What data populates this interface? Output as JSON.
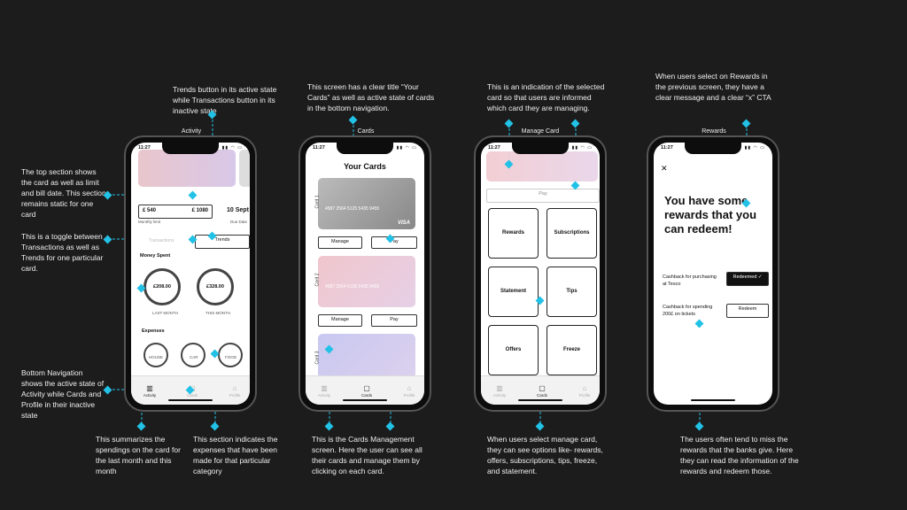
{
  "screen_titles": {
    "activity": "Activity",
    "cards": "Cards",
    "manage": "Manage Card",
    "rewards": "Rewards"
  },
  "annotations": {
    "trends_button": "Trends button in its active state while Transactions button in its inactive state",
    "top_section": "The top section shows the card as well as limit and bill date. This section remains static for one card",
    "toggle": "This is a toggle between Transactions as well as Trends for one particular card.",
    "bottom_nav": "Bottom Navigation shows the active state of Activity while Cards and Profile in their inactive state",
    "summarizes": "This summarizes the spendings on the card for the last month and this month",
    "expenses": "This section indicates the expenses that have been made for that particular category",
    "your_cards": "This screen has a clear title “Your Cards” as well as active state of cards in the bottom navigation.",
    "cards_mgmt": "This is the Cards Management screen. Here the user can see all their cards and manage them by clicking on each card.",
    "selected_card": "This is an indication of the selected card so that users are informed which card they are managing.",
    "manage_options": "When users select manage card, they can see options like- rewards, offers, subscriptions, tips, freeze, and statement.",
    "rewards_msg": "When users select on Rewards in the previous screen, they have a clear message and a clear “x” CTA",
    "rewards_miss": "The users often tend to miss the rewards that the banks give. Here they can read the information of the rewards and redeem those."
  },
  "status_time": "11:27",
  "activity": {
    "limit": "£ 540",
    "bill": "£ 1080",
    "date": "10 Sept",
    "monthly_limit": "Monthly limit",
    "due_date": "Due Date",
    "transactions": "Transactions",
    "trends": "Trends",
    "money_spent": "Money Spent",
    "last_month_val": "£208.00",
    "this_month_val": "£328.00",
    "last_month": "LAST MONTH",
    "this_month": "THIS MONTH",
    "expenses": "Expenses",
    "house": "HOUSE",
    "car": "CAR",
    "food": "FOOD"
  },
  "cards_screen": {
    "title": "Your Cards",
    "card1": "Card 1",
    "card2": "Card 2",
    "card3": "Card 3",
    "number": "4587  2564  5125  5435  9455",
    "manage": "Manage",
    "pay": "Pay",
    "visa": "VISA"
  },
  "manage_screen": {
    "pay": "Pay",
    "rewards": "Rewards",
    "subscriptions": "Subscriptions",
    "statement": "Statement",
    "tips": "Tips",
    "offers": "Offers",
    "freeze": "Freeze"
  },
  "rewards_screen": {
    "close": "✕",
    "heading": "You have some rewards that you can redeem!",
    "r1_text": "Cashback for purchasing at Tesco",
    "r1_btn": "Redeemed ✓",
    "r2_text": "Cashback for spending 200£ on tickets",
    "r2_btn": "Redeem"
  },
  "nav": {
    "activity": "Activity",
    "cards": "Cards",
    "profile": "Profile"
  },
  "colors": {
    "accent": "#22c1e6",
    "background": "#1c1c1c"
  }
}
